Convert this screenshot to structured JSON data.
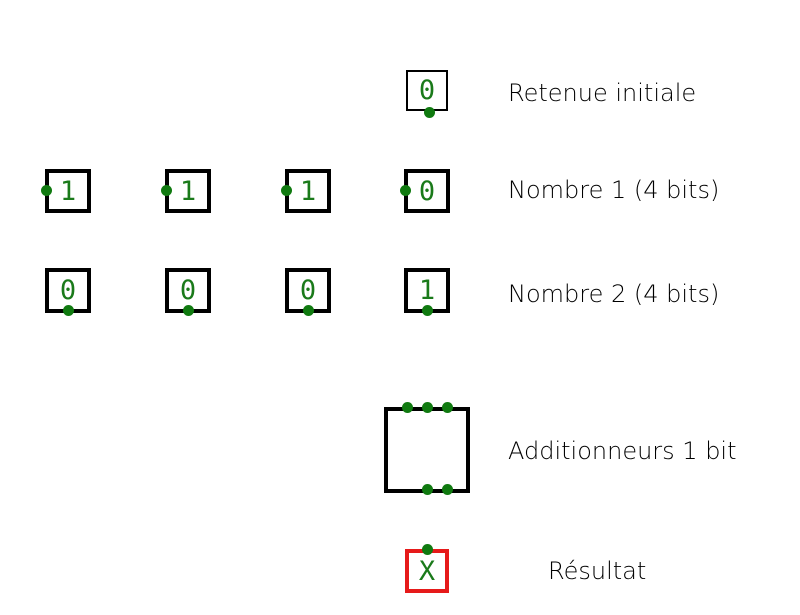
{
  "colors": {
    "bit_text": "#1a7a1a",
    "connector": "#107a10",
    "result_border": "#e61a1a",
    "border": "#000000"
  },
  "carry_in": {
    "value": "0",
    "label": "Retenue initiale"
  },
  "number1": {
    "bits": [
      "1",
      "1",
      "1",
      "0"
    ],
    "label": "Nombre 1 (4 bits)"
  },
  "number2": {
    "bits": [
      "0",
      "0",
      "0",
      "1"
    ],
    "label": "Nombre 2 (4 bits)"
  },
  "adder": {
    "label": "Additionneurs 1 bit"
  },
  "result": {
    "value": "X",
    "label": "Résultat"
  }
}
